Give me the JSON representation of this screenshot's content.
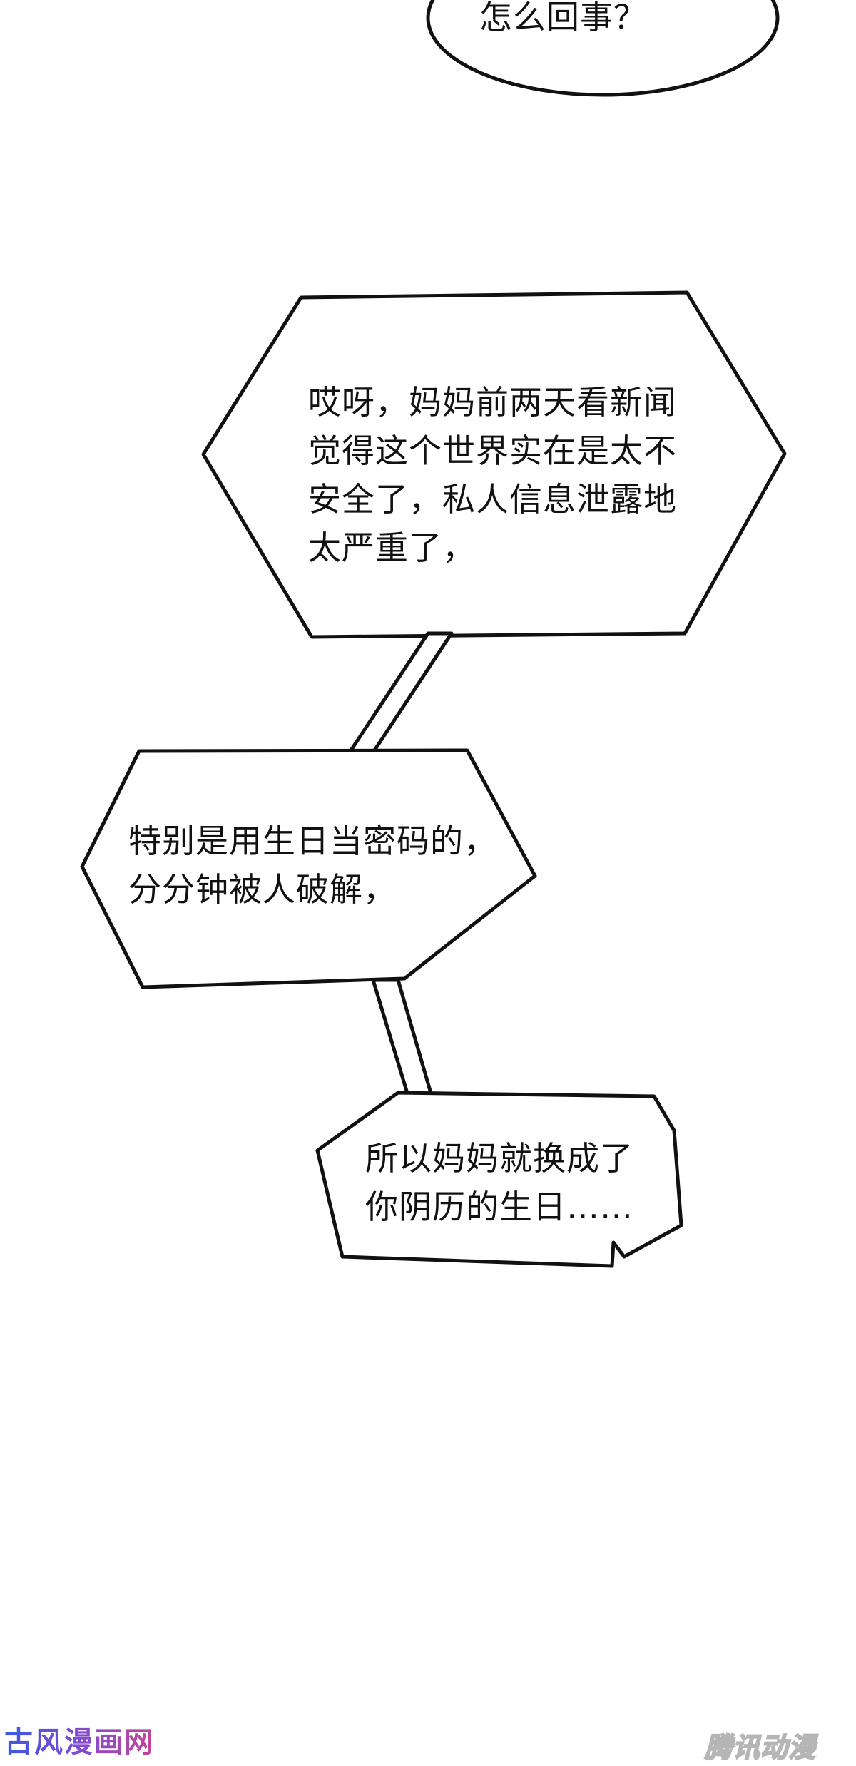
{
  "bubbles": [
    {
      "lines": [
        "怎么回事？"
      ]
    },
    {
      "lines": [
        "哎呀，妈妈前两天看新闻",
        "觉得这个世界实在是太不",
        "安全了，私人信息泄露地",
        "太严重了，"
      ]
    },
    {
      "lines": [
        "特别是用生日当密码的，",
        "分分钟被人破解，"
      ]
    },
    {
      "lines": [
        "所以妈妈就换成了",
        "你阴历的生日……"
      ]
    }
  ],
  "watermarks": {
    "left": "古风漫画网",
    "right": "腾讯动漫"
  },
  "colors": {
    "ink": "#111111",
    "paper": "#ffffff",
    "watermark_left_start": "#3b5bdb",
    "watermark_left_end": "#c2459b",
    "watermark_right_outline": "#b5b5b5"
  }
}
